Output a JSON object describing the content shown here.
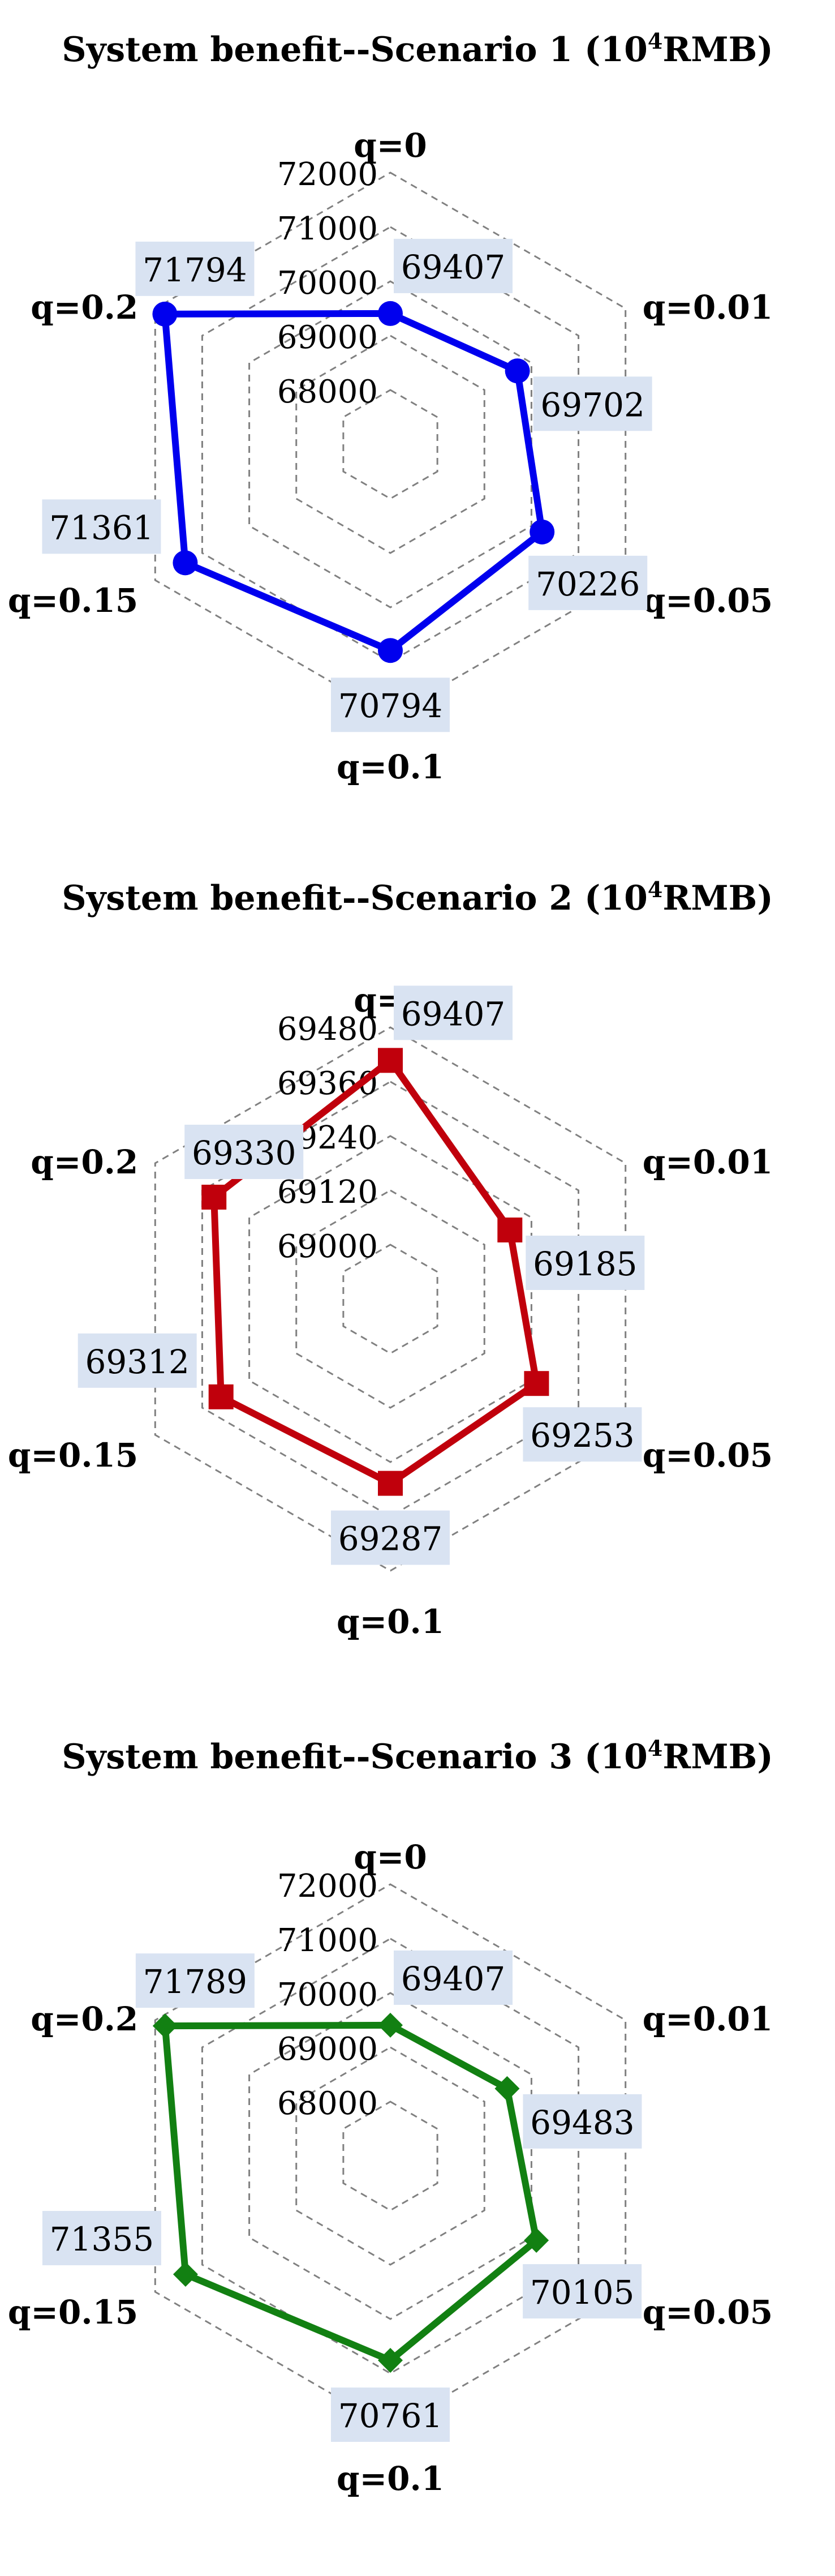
{
  "chart_data": [
    {
      "type": "radar",
      "title": "System benefit--Scenario 1 (10",
      "title_sup": "4",
      "title_suffix": "RMB)",
      "categories": [
        "q=0",
        "q=0.01",
        "q=0.05",
        "q=0.1",
        "q=0.15",
        "q=0.2"
      ],
      "ticks": [
        "68000",
        "69000",
        "70000",
        "71000",
        "72000"
      ],
      "rlim": [
        67000,
        72000
      ],
      "grid": true,
      "marker": "circle",
      "color": "#0000ee",
      "label_bg": "#d9e3f2",
      "series": [
        {
          "values": [
            69407,
            69702,
            70226,
            70794,
            71361,
            71794
          ]
        }
      ],
      "data_labels": [
        "69407",
        "69702",
        "70226",
        "70794",
        "71361",
        "71794"
      ]
    },
    {
      "type": "radar",
      "title": "System benefit--Scenario 2 (10",
      "title_sup": "4",
      "title_suffix": "RMB)",
      "categories": [
        "q=0",
        "q=0.01",
        "q=0.05",
        "q=0.1",
        "q=0.15",
        "q=0.2"
      ],
      "ticks": [
        "69000",
        "69120",
        "69240",
        "69360",
        "69480"
      ],
      "rlim": [
        68880,
        69480
      ],
      "grid": true,
      "marker": "square",
      "color": "#c0000c",
      "label_bg": "#d9e3f2",
      "series": [
        {
          "values": [
            69407,
            69185,
            69253,
            69287,
            69312,
            69330
          ]
        }
      ],
      "data_labels": [
        "69407",
        "69185",
        "69253",
        "69287",
        "69312",
        "69330"
      ]
    },
    {
      "type": "radar",
      "title": "System benefit--Scenario 3 (10",
      "title_sup": "4",
      "title_suffix": "RMB)",
      "categories": [
        "q=0",
        "q=0.01",
        "q=0.05",
        "q=0.1",
        "q=0.15",
        "q=0.2"
      ],
      "ticks": [
        "68000",
        "69000",
        "70000",
        "71000",
        "72000"
      ],
      "rlim": [
        67000,
        72000
      ],
      "grid": true,
      "marker": "diamond",
      "color": "#128012",
      "label_bg": "#d9e3f2",
      "series": [
        {
          "values": [
            69407,
            69483,
            70105,
            70761,
            71355,
            71789
          ]
        }
      ],
      "data_labels": [
        "69407",
        "69483",
        "70105",
        "70761",
        "71355",
        "71789"
      ]
    }
  ]
}
